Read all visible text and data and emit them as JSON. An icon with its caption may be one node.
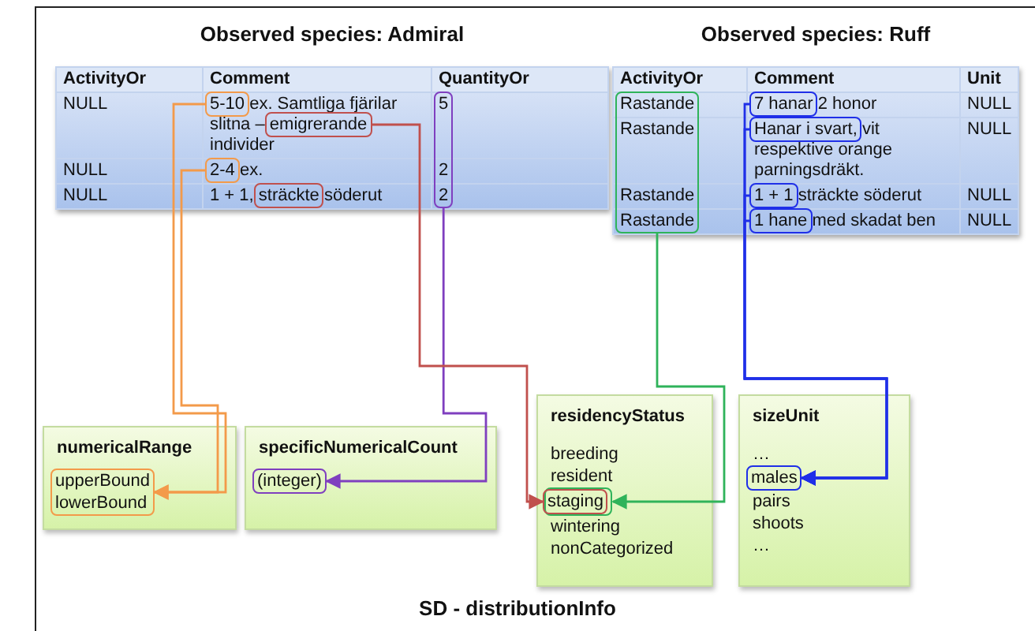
{
  "diagram": {
    "caption": "SD - distributionInfo",
    "nodes": [
      {
        "text": [
          "Observed species: Admiral"
        ]
      },
      {
        "text": [],
        "shape": "box",
        "in": 0
      },
      {
        "text": [],
        "shape": "box",
        "in": 0
      },
      {
        "text": [],
        "shape": "box",
        "in": 0
      },
      {
        "text": [],
        "shape": "box",
        "in": 0
      },
      {
        "text": [],
        "shape": "box",
        "in": 0
      },
      {
        "text": [
          "Observed species: Ruff"
        ]
      },
      {
        "text": [],
        "shape": "box",
        "in": 6
      },
      {
        "text": [],
        "shape": "box",
        "in": 6
      },
      {
        "text": [],
        "shape": "box",
        "in": 6
      },
      {
        "text": [],
        "shape": "box",
        "in": 6
      },
      {
        "text": [],
        "shape": "box",
        "in": 6
      },
      {
        "text": [
          "numericalRange"
        ]
      },
      {
        "text": [
          "upperBound",
          "lowerBound"
        ],
        "in": 12
      },
      {
        "text": [
          "specificNumericalCount"
        ]
      },
      {
        "text": [
          "(integer)"
        ],
        "in": 14
      },
      {
        "text": [
          "residencyStatus",
          "breeding",
          "resident",
          "wintering",
          "nonCategorized"
        ]
      },
      {
        "text": [],
        "shape": "box",
        "in": 16
      },
      {
        "text": [
          "staging"
        ],
        "in": 17
      },
      {
        "text": [
          "sizeUnit",
          "…",
          "pairs",
          "shoots",
          "…"
        ]
      },
      {
        "text": [
          "males"
        ],
        "in": 19
      }
    ],
    "edges": [
      {
        "from": 1,
        "to": 13,
        "arrow": "to",
        "color": "#f39a4a"
      },
      {
        "from": 3,
        "to": 13,
        "arrow": "to",
        "color": "#f39a4a"
      },
      {
        "from": 5,
        "to": 15,
        "arrow": "to",
        "color": "#7f3fbf"
      },
      {
        "from": 2,
        "to": 18,
        "arrow": "to",
        "color": "#c0504d"
      },
      {
        "from": 7,
        "to": 17,
        "arrow": "to",
        "color": "#2fb35a"
      },
      {
        "from": 8,
        "to": 20,
        "arrow": "to",
        "color": "#1f2fe8"
      },
      {
        "from": 9,
        "to": 20,
        "arrow": "to",
        "color": "#1f2fe8"
      },
      {
        "from": 10,
        "to": 20,
        "arrow": "to",
        "color": "#1f2fe8"
      },
      {
        "from": 11,
        "to": 20,
        "arrow": "to",
        "color": "#1f2fe8"
      }
    ],
    "labels": [
      "ActivityOr",
      "Comment",
      "QuantityOr",
      "NULL",
      "5-10 ex. Samtliga fjärilar slitna – emigrerande individer",
      "5",
      "NULL",
      "2-4 ex.",
      "2",
      "NULL",
      "1 + 1, sträckte söderut",
      "2",
      "ActivityOr",
      "Comment",
      "Unit",
      "Rastande",
      "7 hanar 2 honor",
      "NULL",
      "Rastande",
      "Hanar i svart, vit respektive orange parningsdräkt.",
      "NULL",
      "Rastande",
      "1 + 1 sträckte söderut",
      "NULL",
      "Rastande",
      "1 hane med skadat ben",
      "NULL"
    ]
  }
}
